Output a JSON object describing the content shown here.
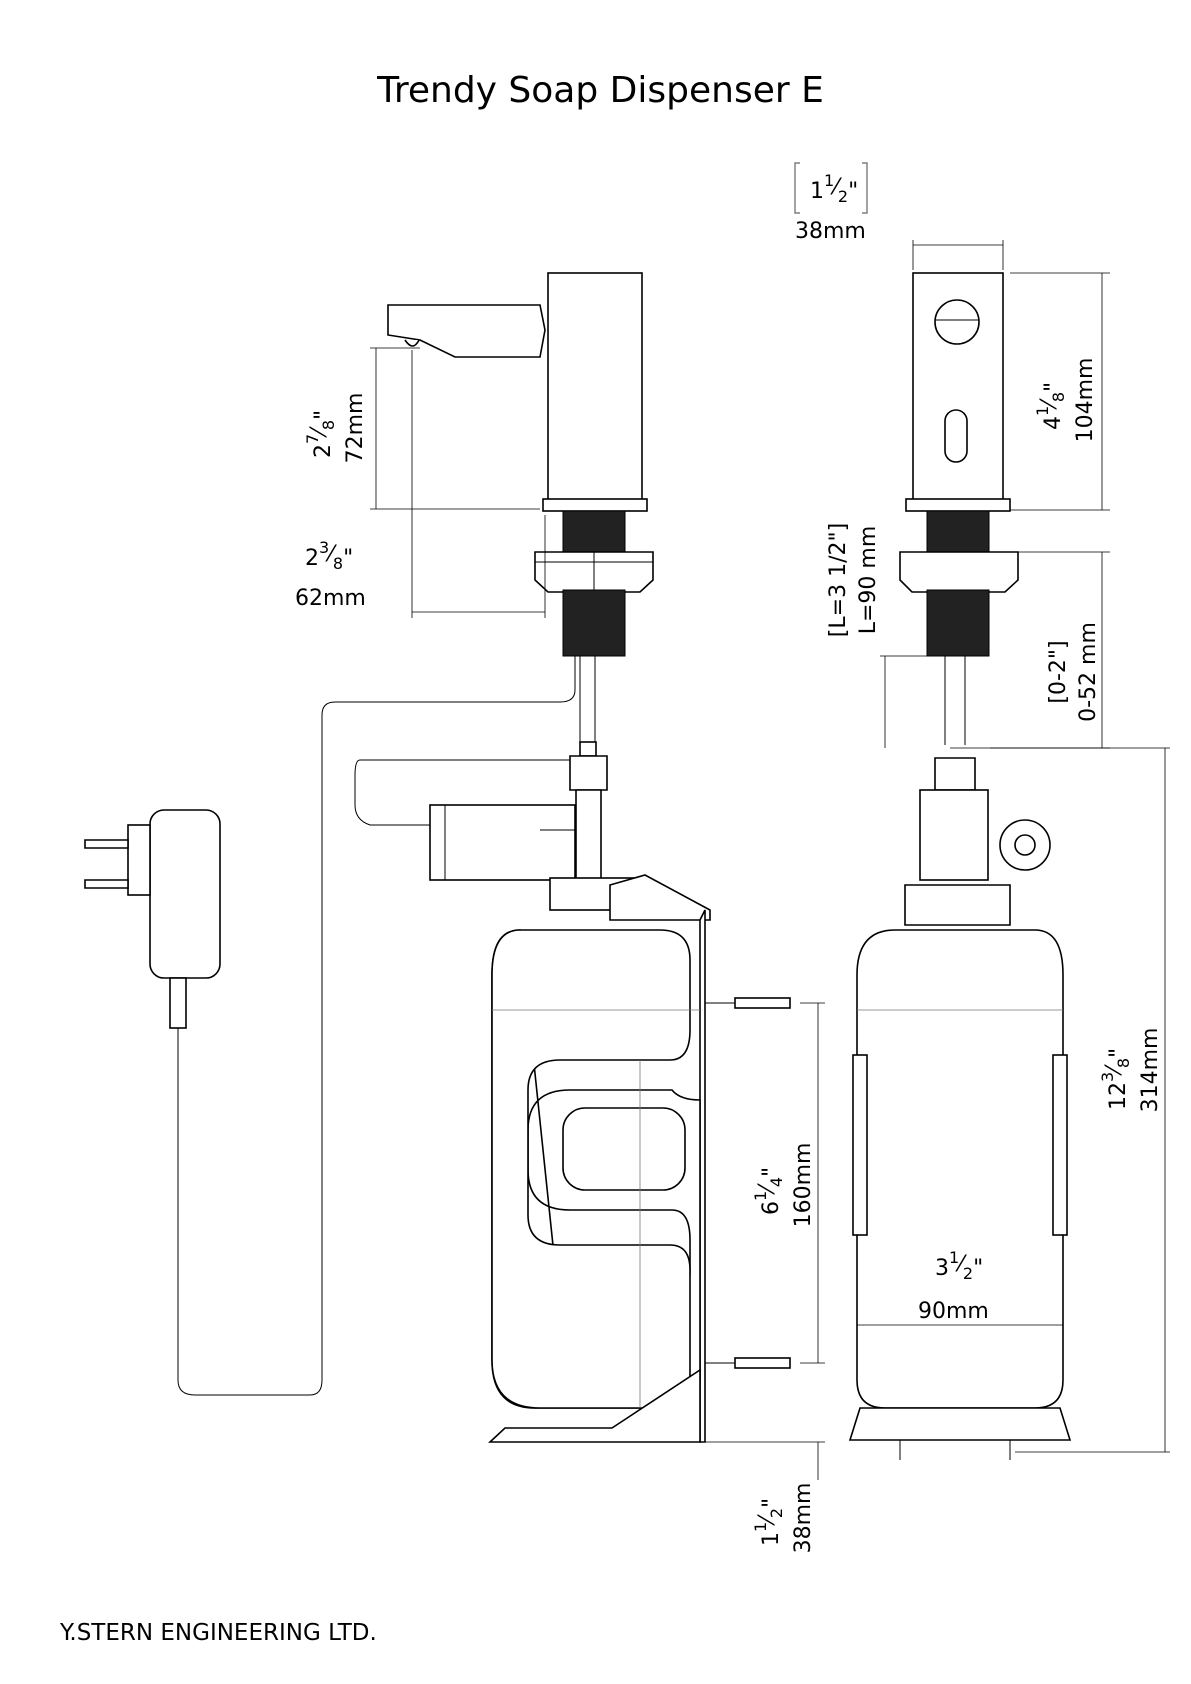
{
  "title": "Trendy Soap Dispenser E",
  "footer": "Y.STERN ENGINEERING LTD.",
  "dimensions": {
    "top_width": {
      "mm": "38mm",
      "whole": "1",
      "num": "1",
      "den": "2"
    },
    "spout_height": {
      "mm": "72mm",
      "whole": "2",
      "num": "7",
      "den": "8"
    },
    "spout_reach": {
      "mm": "62mm",
      "whole": "2",
      "num": "3",
      "den": "8"
    },
    "body_height": {
      "mm": "104mm",
      "whole": "4",
      "num": "1",
      "den": "8"
    },
    "shank_length": {
      "mm": "L=90 mm",
      "inch": "[L=3 1/2\"]"
    },
    "extension": {
      "mm": "0-52 mm",
      "inch": "[0-2\"]"
    },
    "total_height": {
      "mm": "314mm",
      "whole": "12",
      "num": "3",
      "den": "8"
    },
    "bracket_spacing": {
      "mm": "160mm",
      "whole": "6",
      "num": "1",
      "den": "4"
    },
    "bottle_width": {
      "mm": "90mm",
      "whole": "3",
      "num": "1",
      "den": "2"
    },
    "bottom_clearance": {
      "mm": "38mm",
      "whole": "1",
      "num": "1",
      "den": "2"
    }
  }
}
